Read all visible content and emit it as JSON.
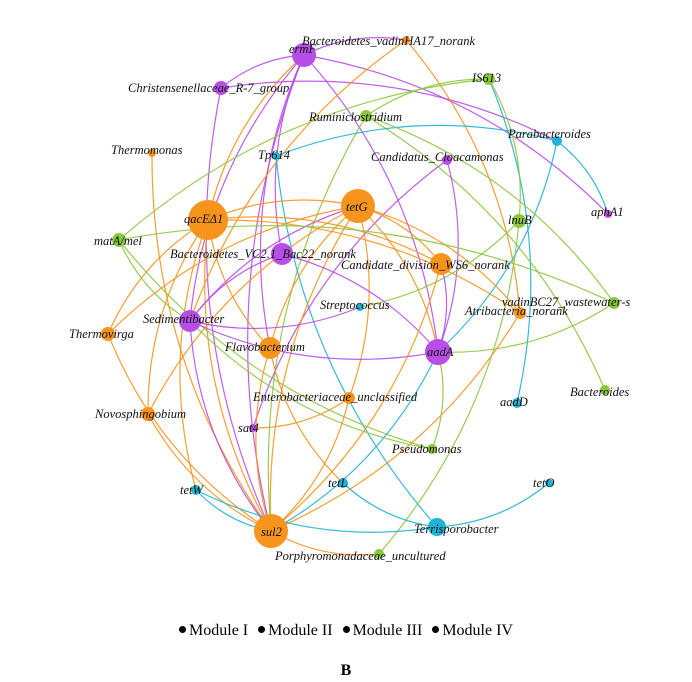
{
  "colors": {
    "orange": "#f7941d",
    "purple": "#b84ee8",
    "green": "#8cc63f",
    "cyan": "#1fb3d6"
  },
  "nodes": [
    {
      "id": "ermF",
      "label": "ermF",
      "color": "purple"
    },
    {
      "id": "bvh17",
      "label": "Bacteroidetes_vadinHA17_norank",
      "color": "orange"
    },
    {
      "id": "is613",
      "label": "IS613",
      "color": "green"
    },
    {
      "id": "chr7",
      "label": "Christensenellaceae_R-7_group",
      "color": "purple"
    },
    {
      "id": "rumin",
      "label": "Ruminiclostridium",
      "color": "green"
    },
    {
      "id": "parab",
      "label": "Parabacteroides",
      "color": "cyan"
    },
    {
      "id": "thermom",
      "label": "Thermomonas",
      "color": "orange"
    },
    {
      "id": "tp614",
      "label": "Tp614",
      "color": "cyan"
    },
    {
      "id": "cloac",
      "label": "Candidatus_Cloacamonas",
      "color": "purple"
    },
    {
      "id": "tetG",
      "label": "tetG",
      "color": "orange"
    },
    {
      "id": "qac",
      "label": "qacEΔ1",
      "color": "orange"
    },
    {
      "id": "lnuB",
      "label": "lnuB",
      "color": "green"
    },
    {
      "id": "apha1",
      "label": "aphA1",
      "color": "purple"
    },
    {
      "id": "mata",
      "label": "matA/mel",
      "color": "green"
    },
    {
      "id": "bvc2",
      "label": "Bacteroidetes_VC2.1_Bac22_norank",
      "color": "purple"
    },
    {
      "id": "ws6",
      "label": "Candidate_division_WS6_norank",
      "color": "orange"
    },
    {
      "id": "vadbc",
      "label": "vadinBC27_wastewater-s",
      "color": "green"
    },
    {
      "id": "strep",
      "label": "Streptococcus",
      "color": "cyan"
    },
    {
      "id": "atrib",
      "label": "Atribacteria_norank",
      "color": "orange"
    },
    {
      "id": "sedim",
      "label": "Sedimentibacter",
      "color": "purple"
    },
    {
      "id": "thermov",
      "label": "Thermovirga",
      "color": "orange"
    },
    {
      "id": "flavo",
      "label": "Flavobacterium",
      "color": "orange"
    },
    {
      "id": "aadA",
      "label": "aadA",
      "color": "purple"
    },
    {
      "id": "bacter",
      "label": "Bacteroides",
      "color": "green"
    },
    {
      "id": "entero",
      "label": "Enterobacteriaceae_unclassified",
      "color": "orange"
    },
    {
      "id": "aadD",
      "label": "aadD",
      "color": "cyan"
    },
    {
      "id": "novos",
      "label": "Novosphingobium",
      "color": "orange"
    },
    {
      "id": "sat4",
      "label": "sat4",
      "color": "purple"
    },
    {
      "id": "pseudo",
      "label": "Pseudomonas",
      "color": "green"
    },
    {
      "id": "tetW",
      "label": "tetW",
      "color": "cyan"
    },
    {
      "id": "tetL",
      "label": "tetL",
      "color": "cyan"
    },
    {
      "id": "tetO",
      "label": "tetO",
      "color": "cyan"
    },
    {
      "id": "terris",
      "label": "Terrisporobacter",
      "color": "cyan"
    },
    {
      "id": "sul2",
      "label": "sul2",
      "color": "orange"
    },
    {
      "id": "porph",
      "label": "Porphyromonadaceae_uncultured",
      "color": "green"
    }
  ],
  "edges": [
    [
      "ermF",
      "chr7",
      "purple"
    ],
    [
      "ermF",
      "bvh17",
      "purple"
    ],
    [
      "ermF",
      "apha1",
      "purple"
    ],
    [
      "ermF",
      "aadA",
      "purple"
    ],
    [
      "ermF",
      "sedim",
      "purple"
    ],
    [
      "ermF",
      "flavo",
      "purple"
    ],
    [
      "ermF",
      "sul2",
      "purple"
    ],
    [
      "ermF",
      "bvc2",
      "purple"
    ],
    [
      "ermF",
      "qac",
      "orange"
    ],
    [
      "chr7",
      "sul2",
      "purple"
    ],
    [
      "chr7",
      "parab",
      "purple"
    ],
    [
      "bvh17",
      "sedim",
      "orange"
    ],
    [
      "bvh17",
      "atrib",
      "orange"
    ],
    [
      "is613",
      "rumin",
      "green"
    ],
    [
      "is613",
      "mata",
      "green"
    ],
    [
      "is613",
      "aadD",
      "cyan"
    ],
    [
      "rumin",
      "sul2",
      "green"
    ],
    [
      "rumin",
      "bacter",
      "green"
    ],
    [
      "parab",
      "tp614",
      "cyan"
    ],
    [
      "parab",
      "apha1",
      "cyan"
    ],
    [
      "parab",
      "aadA",
      "cyan"
    ],
    [
      "thermom",
      "sul2",
      "orange"
    ],
    [
      "tp614",
      "terris",
      "cyan"
    ],
    [
      "cloac",
      "aadA",
      "purple"
    ],
    [
      "cloac",
      "sat4",
      "purple"
    ],
    [
      "tetG",
      "qac",
      "orange"
    ],
    [
      "tetG",
      "sul2",
      "orange"
    ],
    [
      "tetG",
      "thermov",
      "orange"
    ],
    [
      "tetG",
      "novos",
      "orange"
    ],
    [
      "tetG",
      "flavo",
      "orange"
    ],
    [
      "tetG",
      "aadA",
      "orange"
    ],
    [
      "tetG",
      "entero",
      "orange"
    ],
    [
      "tetG",
      "atrib",
      "orange"
    ],
    [
      "tetG",
      "ws6",
      "orange"
    ],
    [
      "tetG",
      "sedim",
      "purple"
    ],
    [
      "qac",
      "sul2",
      "orange"
    ],
    [
      "qac",
      "thermov",
      "orange"
    ],
    [
      "qac",
      "flavo",
      "orange"
    ],
    [
      "qac",
      "ws6",
      "orange"
    ],
    [
      "qac",
      "tetW",
      "orange"
    ],
    [
      "qac",
      "novos",
      "orange"
    ],
    [
      "qac",
      "atrib",
      "orange"
    ],
    [
      "lnuB",
      "porph",
      "green"
    ],
    [
      "lnuB",
      "is613",
      "green"
    ],
    [
      "lnuB",
      "strep",
      "green"
    ],
    [
      "mata",
      "vadbc",
      "green"
    ],
    [
      "mata",
      "pseudo",
      "green"
    ],
    [
      "mata",
      "sedim",
      "green"
    ],
    [
      "bvc2",
      "aadA",
      "purple"
    ],
    [
      "bvc2",
      "sedim",
      "purple"
    ],
    [
      "ws6",
      "sul2",
      "orange"
    ],
    [
      "ws6",
      "aadA",
      "purple"
    ],
    [
      "vadbc",
      "aadA",
      "green"
    ],
    [
      "vadbc",
      "rumin",
      "green"
    ],
    [
      "strep",
      "sedim",
      "purple"
    ],
    [
      "atrib",
      "sul2",
      "orange"
    ],
    [
      "sedim",
      "sul2",
      "purple"
    ],
    [
      "sedim",
      "aadA",
      "purple"
    ],
    [
      "sedim",
      "pseudo",
      "green"
    ],
    [
      "thermov",
      "sul2",
      "orange"
    ],
    [
      "flavo",
      "sul2",
      "orange"
    ],
    [
      "flavo",
      "tetL",
      "orange"
    ],
    [
      "aadA",
      "pseudo",
      "green"
    ],
    [
      "aadA",
      "sul2",
      "cyan"
    ],
    [
      "entero",
      "sul2",
      "orange"
    ],
    [
      "entero",
      "sat4",
      "orange"
    ],
    [
      "novos",
      "sul2",
      "orange"
    ],
    [
      "tetW",
      "terris",
      "cyan"
    ],
    [
      "tetW",
      "sul2",
      "cyan"
    ],
    [
      "tetL",
      "terris",
      "cyan"
    ],
    [
      "tetO",
      "terris",
      "cyan"
    ],
    [
      "sul2",
      "porph",
      "orange"
    ]
  ],
  "legend": [
    {
      "label": "Module I"
    },
    {
      "label": "Module II"
    },
    {
      "label": "Module III"
    },
    {
      "label": "Module IV"
    }
  ],
  "panel_letter": "B"
}
